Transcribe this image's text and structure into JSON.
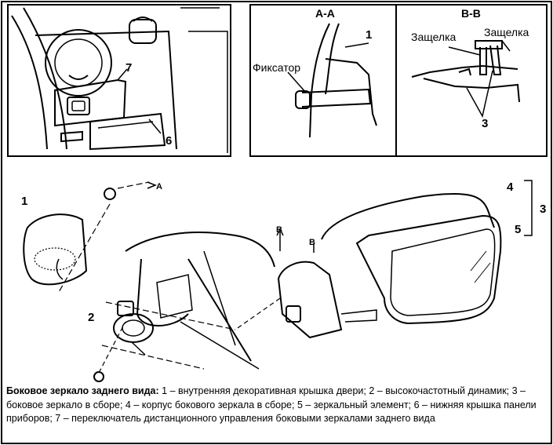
{
  "callouts": {
    "c1_main": "1",
    "c2_main": "2",
    "c3_main": "3",
    "c4_main": "4",
    "c5_main": "5",
    "c6_top": "6",
    "c7_top": "7",
    "c1_section": "1",
    "c3_section": "3"
  },
  "sections": {
    "aa_title": "А-А",
    "bb_title": "В-В",
    "arrow_a": "A",
    "arrow_b1": "B",
    "arrow_b2": "B"
  },
  "parts": {
    "fixator": "Фиксатор",
    "latch_left": "Защелка",
    "latch_right": "Защелка"
  },
  "caption": {
    "title": "Боковое зеркало заднего вида:",
    "text": " 1 – внутренняя декоративная крышка двери; 2 – высокочастотный динамик; 3 – боковое зеркало в сборе; 4 – корпус бокового зеркала в сборе; 5 – зеркальный элемент; 6 – нижняя крышка панели приборов; 7 – переключатель дистанционного управления боковыми зеркалами заднего вида"
  }
}
